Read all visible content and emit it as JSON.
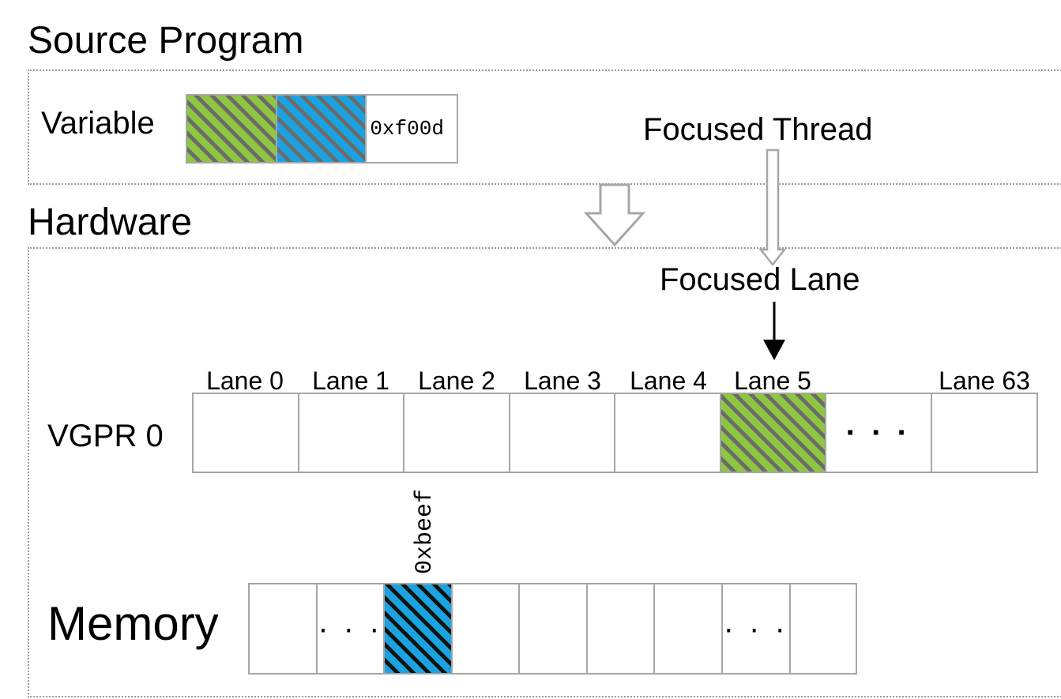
{
  "source_program": {
    "title": "Source Program",
    "variable_label": "Variable",
    "variable_value": "0xf00d",
    "colors": {
      "green": "#8dc63f",
      "blue": "#1aa3e0",
      "stripe": "#6b6b6b"
    }
  },
  "hardware": {
    "title": "Hardware",
    "focused_thread_label": "Focused Thread",
    "focused_lane_label": "Focused Lane",
    "vgpr_label": "VGPR 0",
    "lanes": [
      "Lane 0",
      "Lane 1",
      "Lane 2",
      "Lane 3",
      "Lane 4",
      "Lane 5",
      "",
      "Lane 63"
    ],
    "ellipsis": "· · ·",
    "memory_label": "Memory",
    "memory_address": "0xbeef",
    "memory_ellipsis": "· · ·"
  }
}
